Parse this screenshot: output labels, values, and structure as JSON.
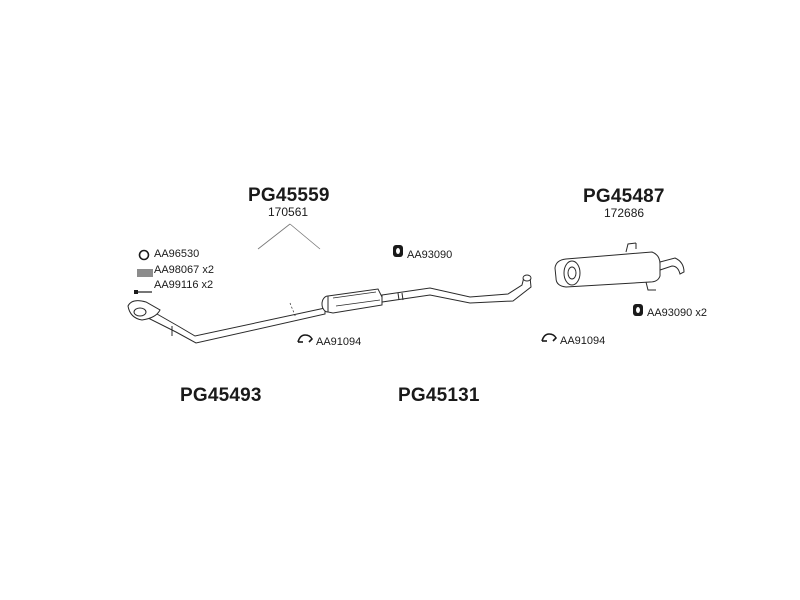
{
  "parts": {
    "pg45559": {
      "number": "PG45559",
      "oe": "170561"
    },
    "pg45487": {
      "number": "PG45487",
      "oe": "172686"
    },
    "pg45493": {
      "number": "PG45493"
    },
    "pg45131": {
      "number": "PG45131"
    }
  },
  "accessories": {
    "aa96530": "AA96530",
    "aa98067": "AA98067 x2",
    "aa99116": "AA99116 x2",
    "aa93090_mid": "AA93090",
    "aa93090_rear": "AA93090 x2",
    "aa91094_front": "AA91094",
    "aa91094_rear": "AA91094"
  },
  "icons": {
    "ring": "ring-gasket-icon",
    "spring": "spring-icon",
    "bolt": "bolt-icon",
    "hanger": "rubber-hanger-icon",
    "clamp": "clamp-icon"
  },
  "colors": {
    "line": "#2a2a2a",
    "text": "#1a1a1a",
    "background": "#ffffff"
  }
}
